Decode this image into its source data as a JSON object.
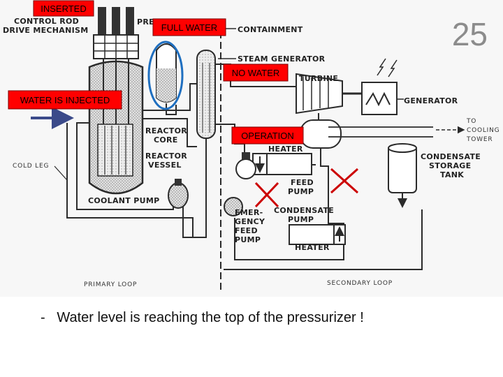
{
  "slide_number": "25",
  "callouts": {
    "inserted": "INSERTED",
    "full_water": "FULL WATER",
    "no_water": "NO WATER",
    "water_injected": "WATER IS INJECTED",
    "operation": "OPERATION"
  },
  "labels": {
    "control_rod_1": "CONTROL ROD",
    "control_rod_2": "DRIVE MECHANISM",
    "pressurizer_partial": "PRE",
    "containment": "CONTAINMENT",
    "steam_generator": "STEAM GENERATOR",
    "turbine": "TURBINE",
    "generator": "GENERATOR",
    "to_cooling_1": "TO",
    "to_cooling_2": "COOLING",
    "to_cooling_3": "TOWER",
    "reactor_core_1": "REACTOR",
    "reactor_core_2": "CORE",
    "reactor_vessel_1": "REACTOR",
    "reactor_vessel_2": "VESSEL",
    "cold_leg": "COLD LEG",
    "coolant_pump": "COOLANT PUMP",
    "heater_top": "HEATER",
    "feed_pump_1": "FEED",
    "feed_pump_2": "PUMP",
    "condensate_storage_1": "CONDENSATE",
    "condensate_storage_2": "STORAGE",
    "condensate_storage_3": "TANK",
    "emergency_1": "EMER-",
    "emergency_2": "GENCY",
    "emergency_3": "FEED",
    "emergency_4": "PUMP",
    "condensate_pump_1": "CONDENSATE",
    "condensate_pump_2": "PUMP",
    "heater_bottom": "HEATER",
    "primary_loop": "PRIMARY LOOP",
    "secondary_loop": "SECONDARY LOOP"
  },
  "note": "-   Water level is reaching the top of the pressurizer !",
  "colors": {
    "callout_fill": "#ff0000",
    "callout_border": "#7a0000",
    "highlight_ellipse": "#1f6fc0",
    "cross_mark": "#cc0000",
    "arrow": "#3b4a8a",
    "line_art": "#2b2b2b",
    "stipple": "#bdbdbd"
  }
}
